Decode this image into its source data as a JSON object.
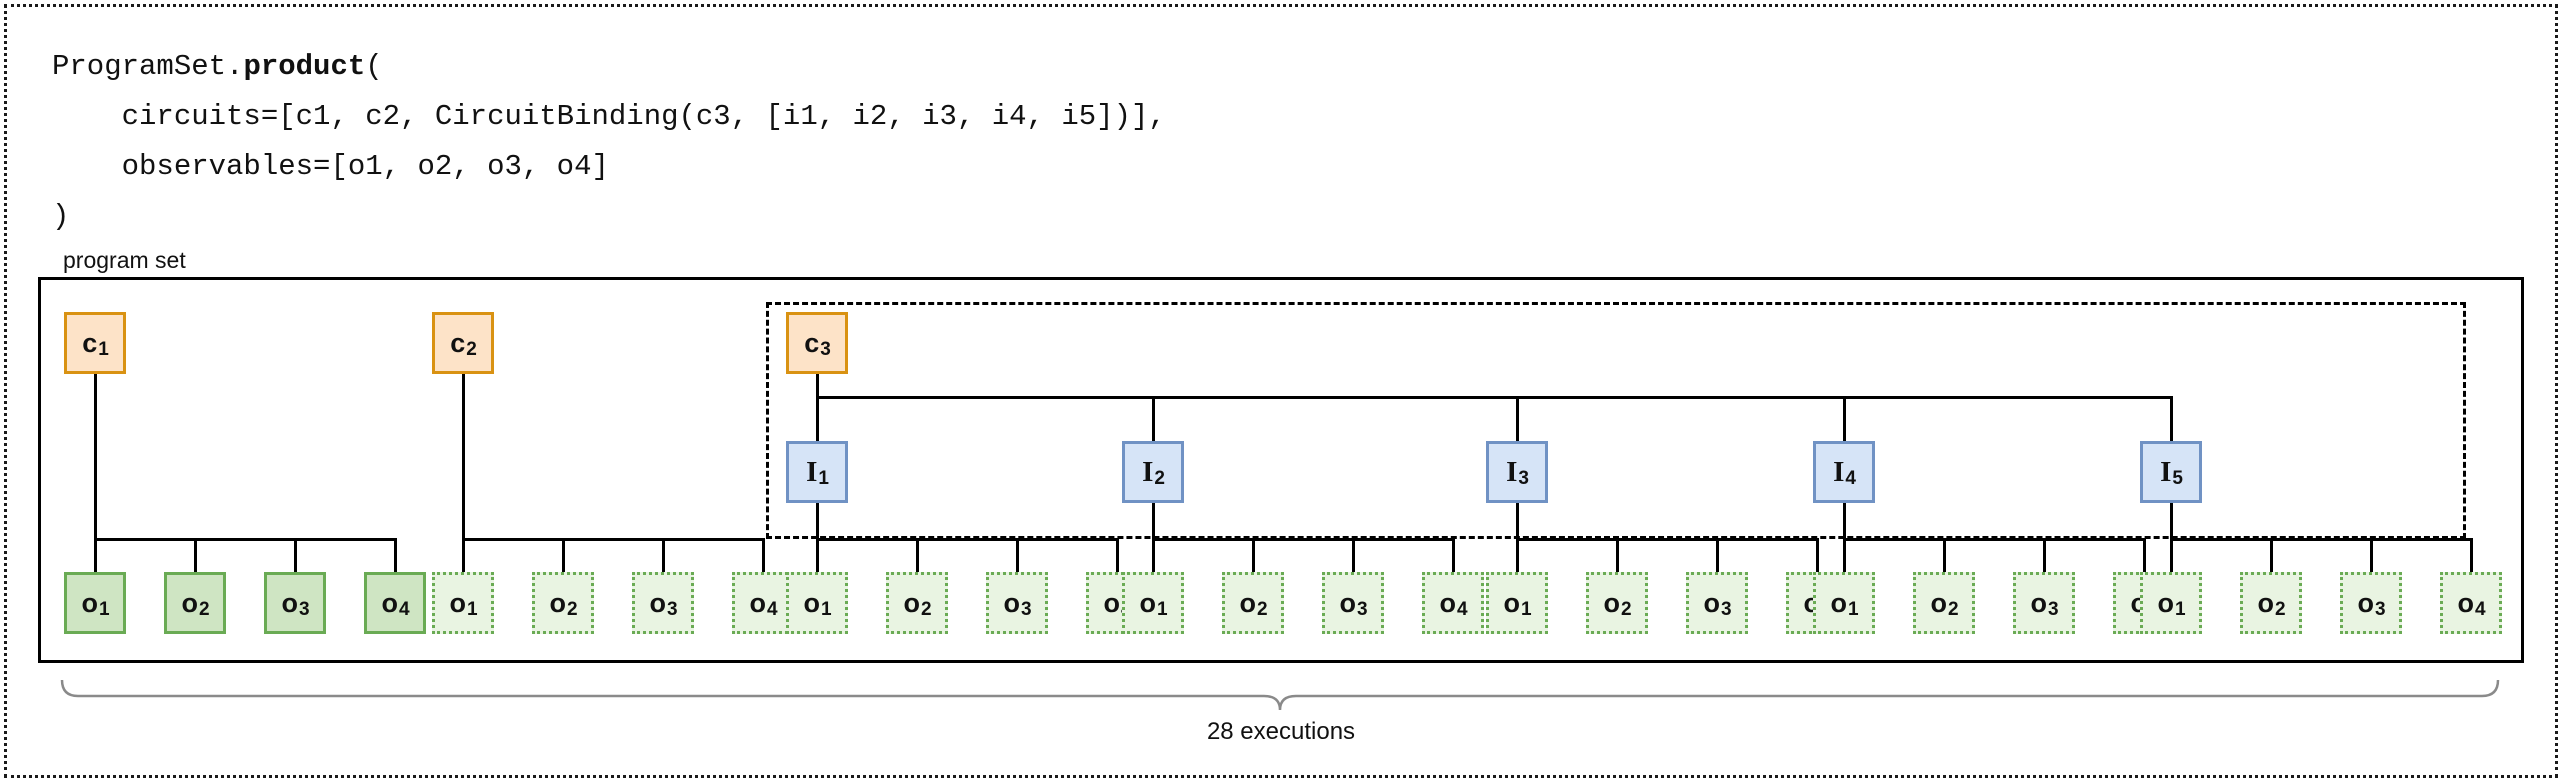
{
  "code": {
    "line1_pre": "ProgramSet.",
    "line1_bold": "product",
    "line1_post": "(",
    "line2": "    circuits=[c1, c2, CircuitBinding(c3, [i1, i2, i3, i4, i5])],",
    "line3": "    observables=[o1, o2, o3, o4]",
    "line4": ")"
  },
  "diagram": {
    "program_set_label": "program set",
    "executions_caption": "28 executions",
    "circuits": [
      {
        "label": "c",
        "sub": "1"
      },
      {
        "label": "c",
        "sub": "2"
      },
      {
        "label": "c",
        "sub": "3"
      }
    ],
    "bindings": [
      {
        "label": "I",
        "sub": "1"
      },
      {
        "label": "I",
        "sub": "2"
      },
      {
        "label": "I",
        "sub": "3"
      },
      {
        "label": "I",
        "sub": "4"
      },
      {
        "label": "I",
        "sub": "5"
      }
    ],
    "observables": [
      {
        "label": "o",
        "sub": "1"
      },
      {
        "label": "o",
        "sub": "2"
      },
      {
        "label": "o",
        "sub": "3"
      },
      {
        "label": "o",
        "sub": "4"
      }
    ],
    "observable_groups": 7
  },
  "colors": {
    "circuit_fill": "#fde3c8",
    "circuit_border": "#d99212",
    "binding_fill": "#d6e4f7",
    "binding_border": "#7092c4",
    "observable_fill_solid": "#cfe5c3",
    "observable_fill_dotted": "#e9f4e2",
    "observable_border": "#6aab54",
    "wire": "#000000",
    "brace": "#8a8a8a"
  }
}
